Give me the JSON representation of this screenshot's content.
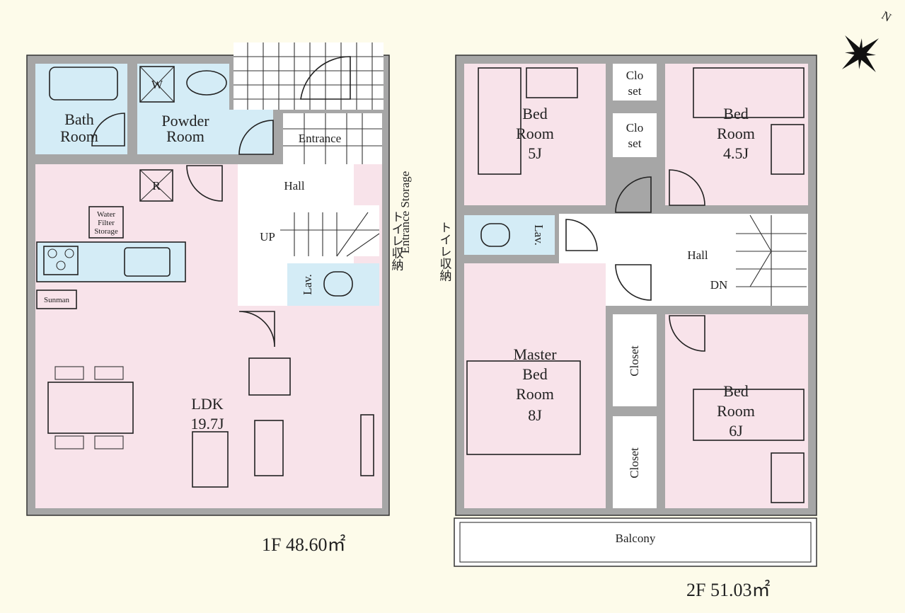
{
  "floor1": {
    "area_label": "1F 48.60㎡",
    "rooms": {
      "bath": [
        "Bath",
        "Room"
      ],
      "powder": [
        "Powder",
        "Room"
      ],
      "washer": "W",
      "fridge": "R",
      "water_storage": [
        "Water",
        "Filter",
        "Storage"
      ],
      "sunroom": "Sunman",
      "entrance": "Entrance",
      "entrance_storage": "Entrance Storage",
      "hall": "Hall",
      "up": "UP",
      "lav": "Lav.",
      "toilet_storage": "トイレ収納",
      "ldk": [
        "LDK",
        "19.7J"
      ]
    }
  },
  "floor2": {
    "area_label": "2F 51.03㎡",
    "rooms": {
      "bed5": [
        "Bed",
        "Room",
        "5J"
      ],
      "closet_a": [
        "Clo",
        "set"
      ],
      "closet_b": [
        "Clo",
        "set"
      ],
      "bed45": [
        "Bed",
        "Room",
        "4.5J"
      ],
      "lav": "Lav.",
      "toilet_storage": "トイレ収納",
      "hall": "Hall",
      "dn": "DN",
      "master": [
        "Master",
        "Bed",
        "Room",
        "8J"
      ],
      "closet_c": "Closet",
      "closet_d": "Closet",
      "bed6": [
        "Bed",
        "Room",
        "6J"
      ],
      "balcony": "Balcony"
    }
  },
  "compass": "N"
}
